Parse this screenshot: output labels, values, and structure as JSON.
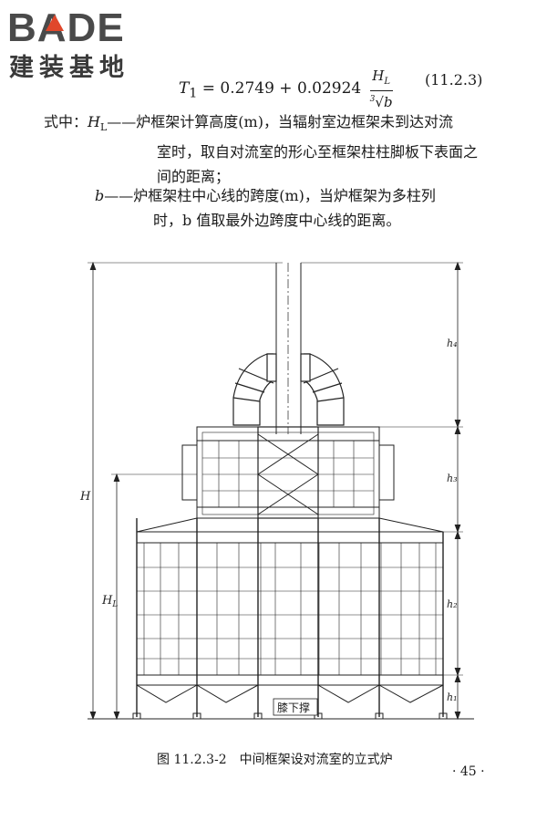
{
  "logo": {
    "brand_text": "BADE",
    "brand_sub": "建装基地",
    "accent_color": "#e0472b"
  },
  "formula": {
    "lhs": "T",
    "lhs_sub": "1",
    "rhs": "= 0.2749 + 0.02924",
    "num": "H",
    "num_sub": "L",
    "den_root_index": "3",
    "den": "b",
    "number": "(11.2.3)"
  },
  "definitions": {
    "lead": "式中：",
    "hl_symbol": "H",
    "hl_sub": "L",
    "hl_text_1": "——炉框架计算高度(m)，当辐射室边框架未到达对流",
    "hl_text_2": "室时，取自对流室的形心至框架柱柱脚板下表面之",
    "hl_text_3": "间的距离；",
    "b_symbol": "b",
    "b_text_1": "——炉框架柱中心线的跨度(m)，当炉框架为多柱列",
    "b_text_2": "时，b 值取最外边跨度中心线的距离。"
  },
  "figure": {
    "label_H": "H",
    "label_HL": "H",
    "label_HL_sub": "L",
    "label_h4": "h₄",
    "label_h3": "h₃",
    "label_h2": "h₂",
    "label_h1": "h₁",
    "knee_brace": "膝下撑"
  },
  "caption": "图 11.2.3-2　中间框架设对流室的立式炉",
  "page_number": "· 45 ·"
}
